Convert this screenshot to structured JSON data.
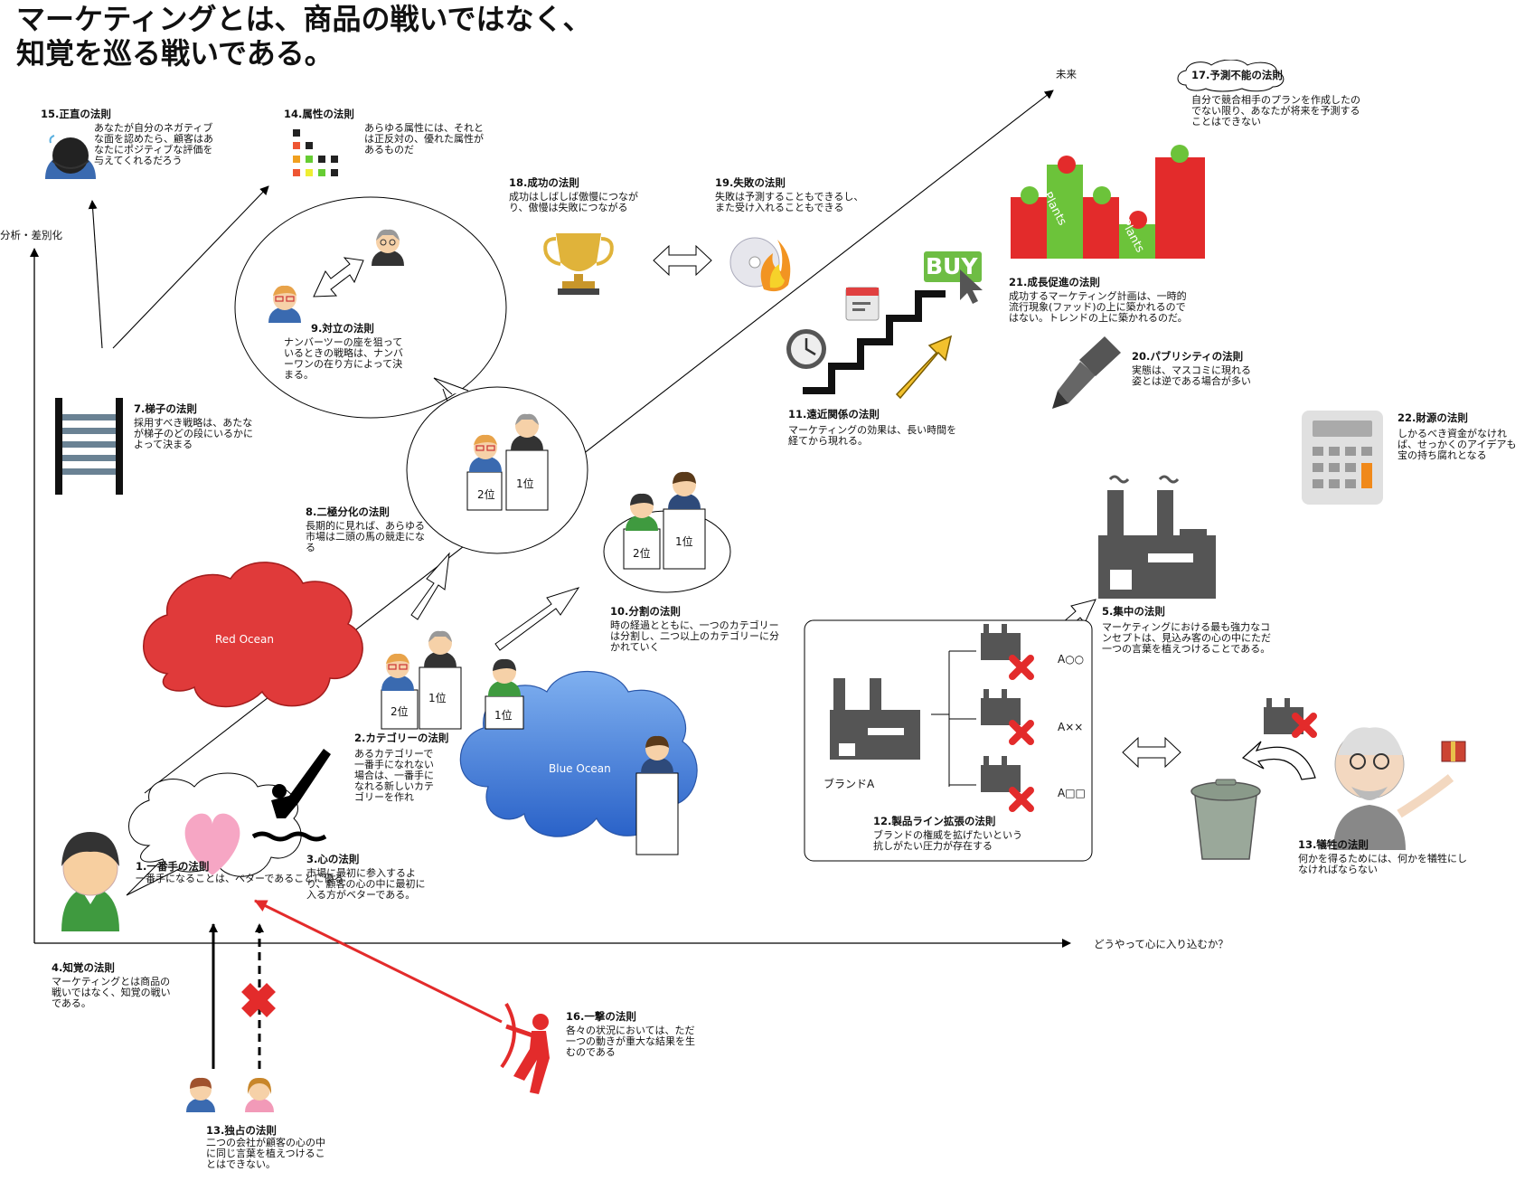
{
  "title": "マーケティングとは、商品の戦いではなく、\n知覚を巡る戦いである。",
  "axes": {
    "y_label": "分析・差別化",
    "x_label": "どうやって心に入り込むか？",
    "future_label": "未来"
  },
  "laws": {
    "l1": {
      "title": "1.一番手の法則",
      "desc": "一番手になることは、ベターであることに優る"
    },
    "l2": {
      "title": "2.カテゴリーの法則",
      "desc": "あるカテゴリーで\n一番手になれない\n場合は、一番手に\nなれる新しいカテ\nゴリーを作れ"
    },
    "l3": {
      "title": "3.心の法則",
      "desc": "市場に最初に参入するよ\nり、顧客の心の中に最初に\n入る方がベターである。"
    },
    "l4": {
      "title": "4.知覚の法則",
      "desc": "マーケティングとは商品の\n戦いではなく、知覚の戦い\nである。"
    },
    "l5": {
      "title": "5.集中の法則",
      "desc": "マーケティングにおける最も強力なコ\nンセプトは、見込み客の心の中にただ\n一つの言葉を植えつけることである。"
    },
    "l7": {
      "title": "7.梯子の法則",
      "desc": "採用すべき戦略は、あたな\nが梯子のどの段にいるかに\nよって決まる"
    },
    "l8": {
      "title": "8.二極分化の法則",
      "desc": "長期的に見れば、あらゆる\n市場は二頭の馬の競走にな\nる"
    },
    "l9": {
      "title": "9.対立の法則",
      "desc": "ナンバーツーの座を狙って\nいるときの戦略は、ナンバ\nーワンの在り方によって決\nまる。"
    },
    "l10": {
      "title": "10.分割の法則",
      "desc": "時の経過とともに、一つのカテゴリー\nは分割し、二つ以上のカテゴリーに分\nかれていく"
    },
    "l11": {
      "title": "11.遠近関係の法則",
      "desc": "マーケティングの効果は、長い時間を\n経てから現れる。"
    },
    "l12": {
      "title": "12.製品ライン拡張の法則",
      "desc": "ブランドの権威を拡げたいという\n抗しがたい圧力が存在する"
    },
    "l13a": {
      "title": "13.独占の法則",
      "desc": "二つの会社が顧客の心の中\nに同じ言葉を植えつけるこ\nとはできない。"
    },
    "l13b": {
      "title": "13.犠牲の法則",
      "desc": "何かを得るためには、何かを犠牲にし\nなければならない"
    },
    "l14": {
      "title": "14.属性の法則",
      "desc": "あらゆる属性には、それと\nは正反対の、優れた属性が\nあるものだ"
    },
    "l15": {
      "title": "15.正直の法則",
      "desc": "あなたが自分のネガティブ\nな面を認めたら、顧客はあ\nなたにポジティブな評価を\n与えてくれるだろう"
    },
    "l16": {
      "title": "16.一撃の法則",
      "desc": "各々の状況においては、ただ\n一つの動きが重大な結果を生\nむのである"
    },
    "l17": {
      "title": "17.予測不能の法則",
      "desc": "自分で競合相手のプランを作成したの\nでない限り、あなたが将来を予測する\nことはできない"
    },
    "l18": {
      "title": "18.成功の法則",
      "desc": "成功はしばしば傲慢につなが\nり、傲慢は失敗につながる"
    },
    "l19": {
      "title": "19.失敗の法則",
      "desc": "失敗は予測することもできるし、\nまた受け入れることもできる"
    },
    "l20": {
      "title": "20.パブリシティの法則",
      "desc": "実態は、マスコミに現れる\n姿とは逆である場合が多い"
    },
    "l21": {
      "title": "21.成長促進の法則",
      "desc": "成功するマーケティング計画は、一時的\n流行現象(ファッド)の上に築かれるので\nはない。トレンドの上に築かれるのだ。"
    },
    "l22": {
      "title": "22.財源の法則",
      "desc": "しかるべき資金がなけれ\nば、せっかくのアイデアも\n宝の持ち腐れとなる"
    }
  },
  "labels": {
    "red_ocean": "Red Ocean",
    "blue_ocean": "Blue Ocean",
    "first": "1位",
    "second": "2位",
    "brand_a": "ブランドA",
    "a1": "A○○",
    "a2": "A××",
    "a3": "A□□",
    "buy": "BUY",
    "plants": "Plants"
  },
  "colors": {
    "red": "#e32b2b",
    "red_ocean": "#e03a3a",
    "blue_ocean": "#3a78d8",
    "green": "#6cc33a",
    "gray_factory": "#555555",
    "yellow": "#f2c12e",
    "buy_green": "#6ebd44"
  }
}
